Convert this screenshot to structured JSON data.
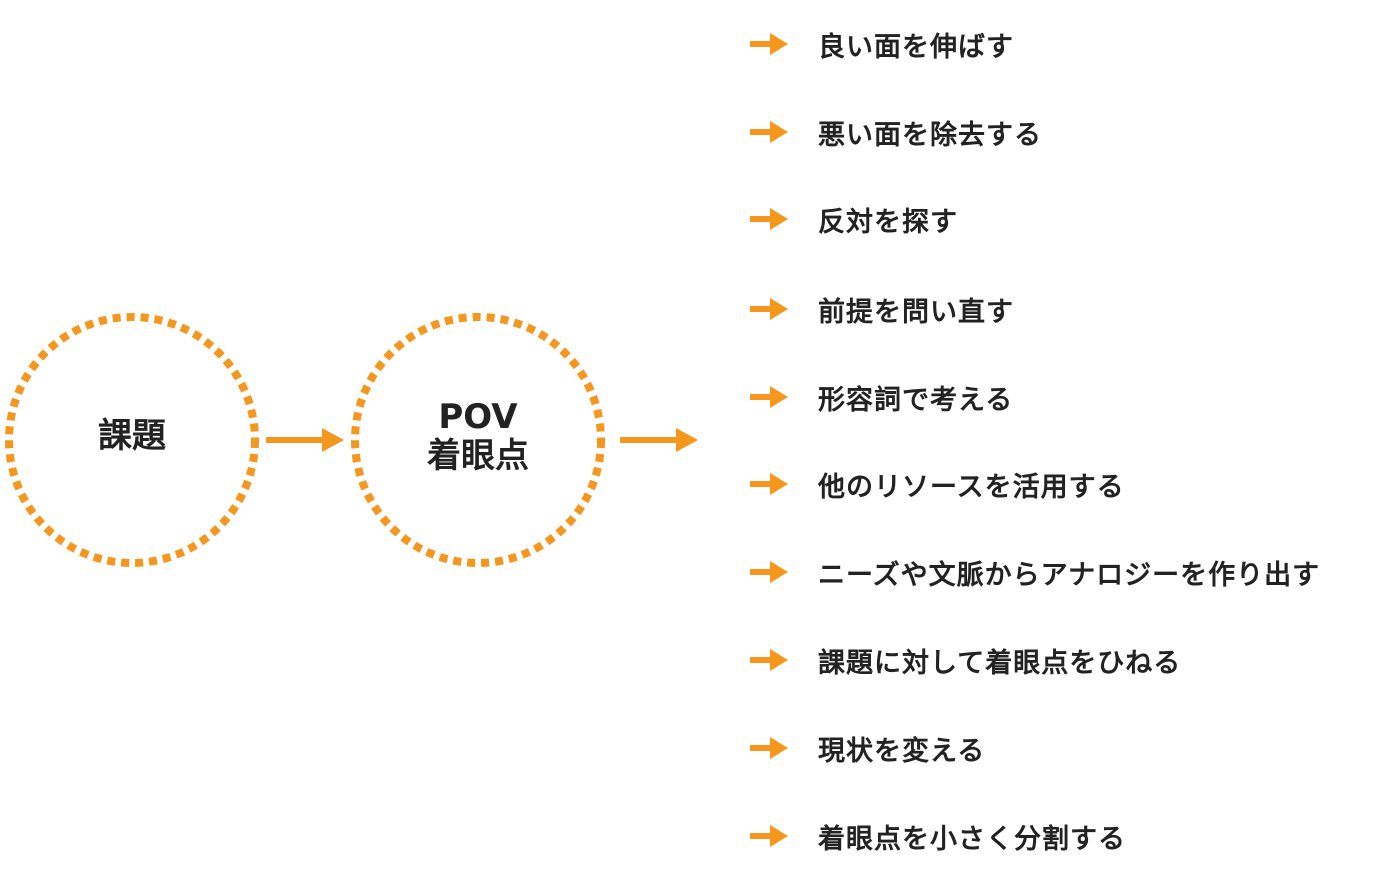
{
  "colors": {
    "accent": "#f5961e",
    "text": "#222222",
    "background": "#ffffff"
  },
  "diagram": {
    "issue": {
      "label": "課題"
    },
    "pov": {
      "line1": "POV",
      "line2": "着眼点"
    },
    "methods": [
      "良い面を伸ばす",
      "悪い面を除去する",
      "反対を探す",
      "前提を問い直す",
      "形容詞で考える",
      "他のリソースを活用する",
      "ニーズや文脈からアナロジーを作り出す",
      "課題に対して着眼点をひねる",
      "現状を変える",
      "着眼点を小さく分割する"
    ]
  }
}
